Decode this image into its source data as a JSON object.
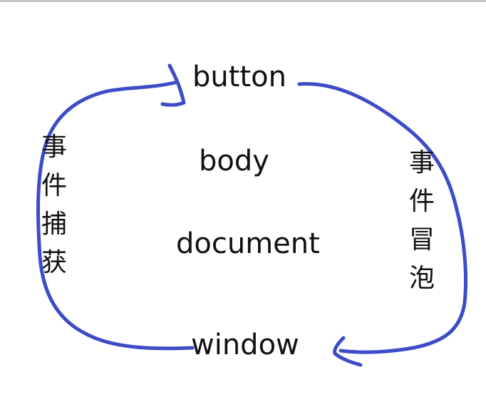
{
  "diagram": {
    "nodes": {
      "button": "button",
      "body": "body",
      "document": "document",
      "window": "window"
    },
    "labels": {
      "capture": "事件捕获",
      "bubble": "事件冒泡"
    },
    "stroke_color": "#3d4bc7",
    "text_color": "#111111"
  }
}
